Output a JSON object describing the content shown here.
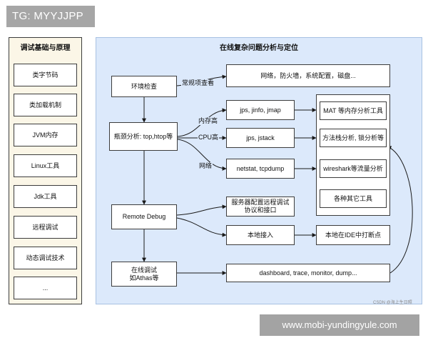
{
  "tag_label": "TG: MYYJJPP",
  "left_panel": {
    "title": "调试基础与原理",
    "items": [
      "类字节码",
      "类加载机制",
      "JVM内存",
      "Linux工具",
      "Jdk工具",
      "远程调试",
      "动态调试技术",
      "..."
    ]
  },
  "main_panel": {
    "title": "在线复杂问题分析与定位",
    "nodes": {
      "env_check": "环境检查",
      "bottleneck": "瓶颈分析: top,htop等",
      "remote_debug": "Remote Debug",
      "online_debug_line1": "在线调试",
      "online_debug_line2": "如Athas等",
      "network_etc": "网络，防火墙，系统配置，磁盘...",
      "jps_jinfo": "jps, jinfo, jmap",
      "jps_jstack": "jps, jstack",
      "netstat": "netstat, tcpdump",
      "server_config_line1": "服务器配置远程调试",
      "server_config_line2": "协议和接口",
      "local_connect": "本地接入",
      "dashboard": "dashboard, trace, monitor, dump...",
      "mat": "MAT 等内存分析工具",
      "method_stack": "方法栈分析, 锁分析等",
      "wireshark": "wireshark等流量分析",
      "other_tools": "各种其它工具",
      "ide_breakpoint": "本地在IDE中打断点"
    },
    "edge_labels": {
      "routine": "常规项查看",
      "memory_high": "内存高",
      "cpu_high": "CPU高",
      "network": "网络"
    }
  },
  "watermark": "CSDN @海上生日照",
  "url_banner": "www.mobi-yundingyule.com",
  "colors": {
    "main_panel_bg": "#dce9fb",
    "left_panel_bg": "#fbf6e7",
    "banner_bg": "#a3a3a3"
  }
}
